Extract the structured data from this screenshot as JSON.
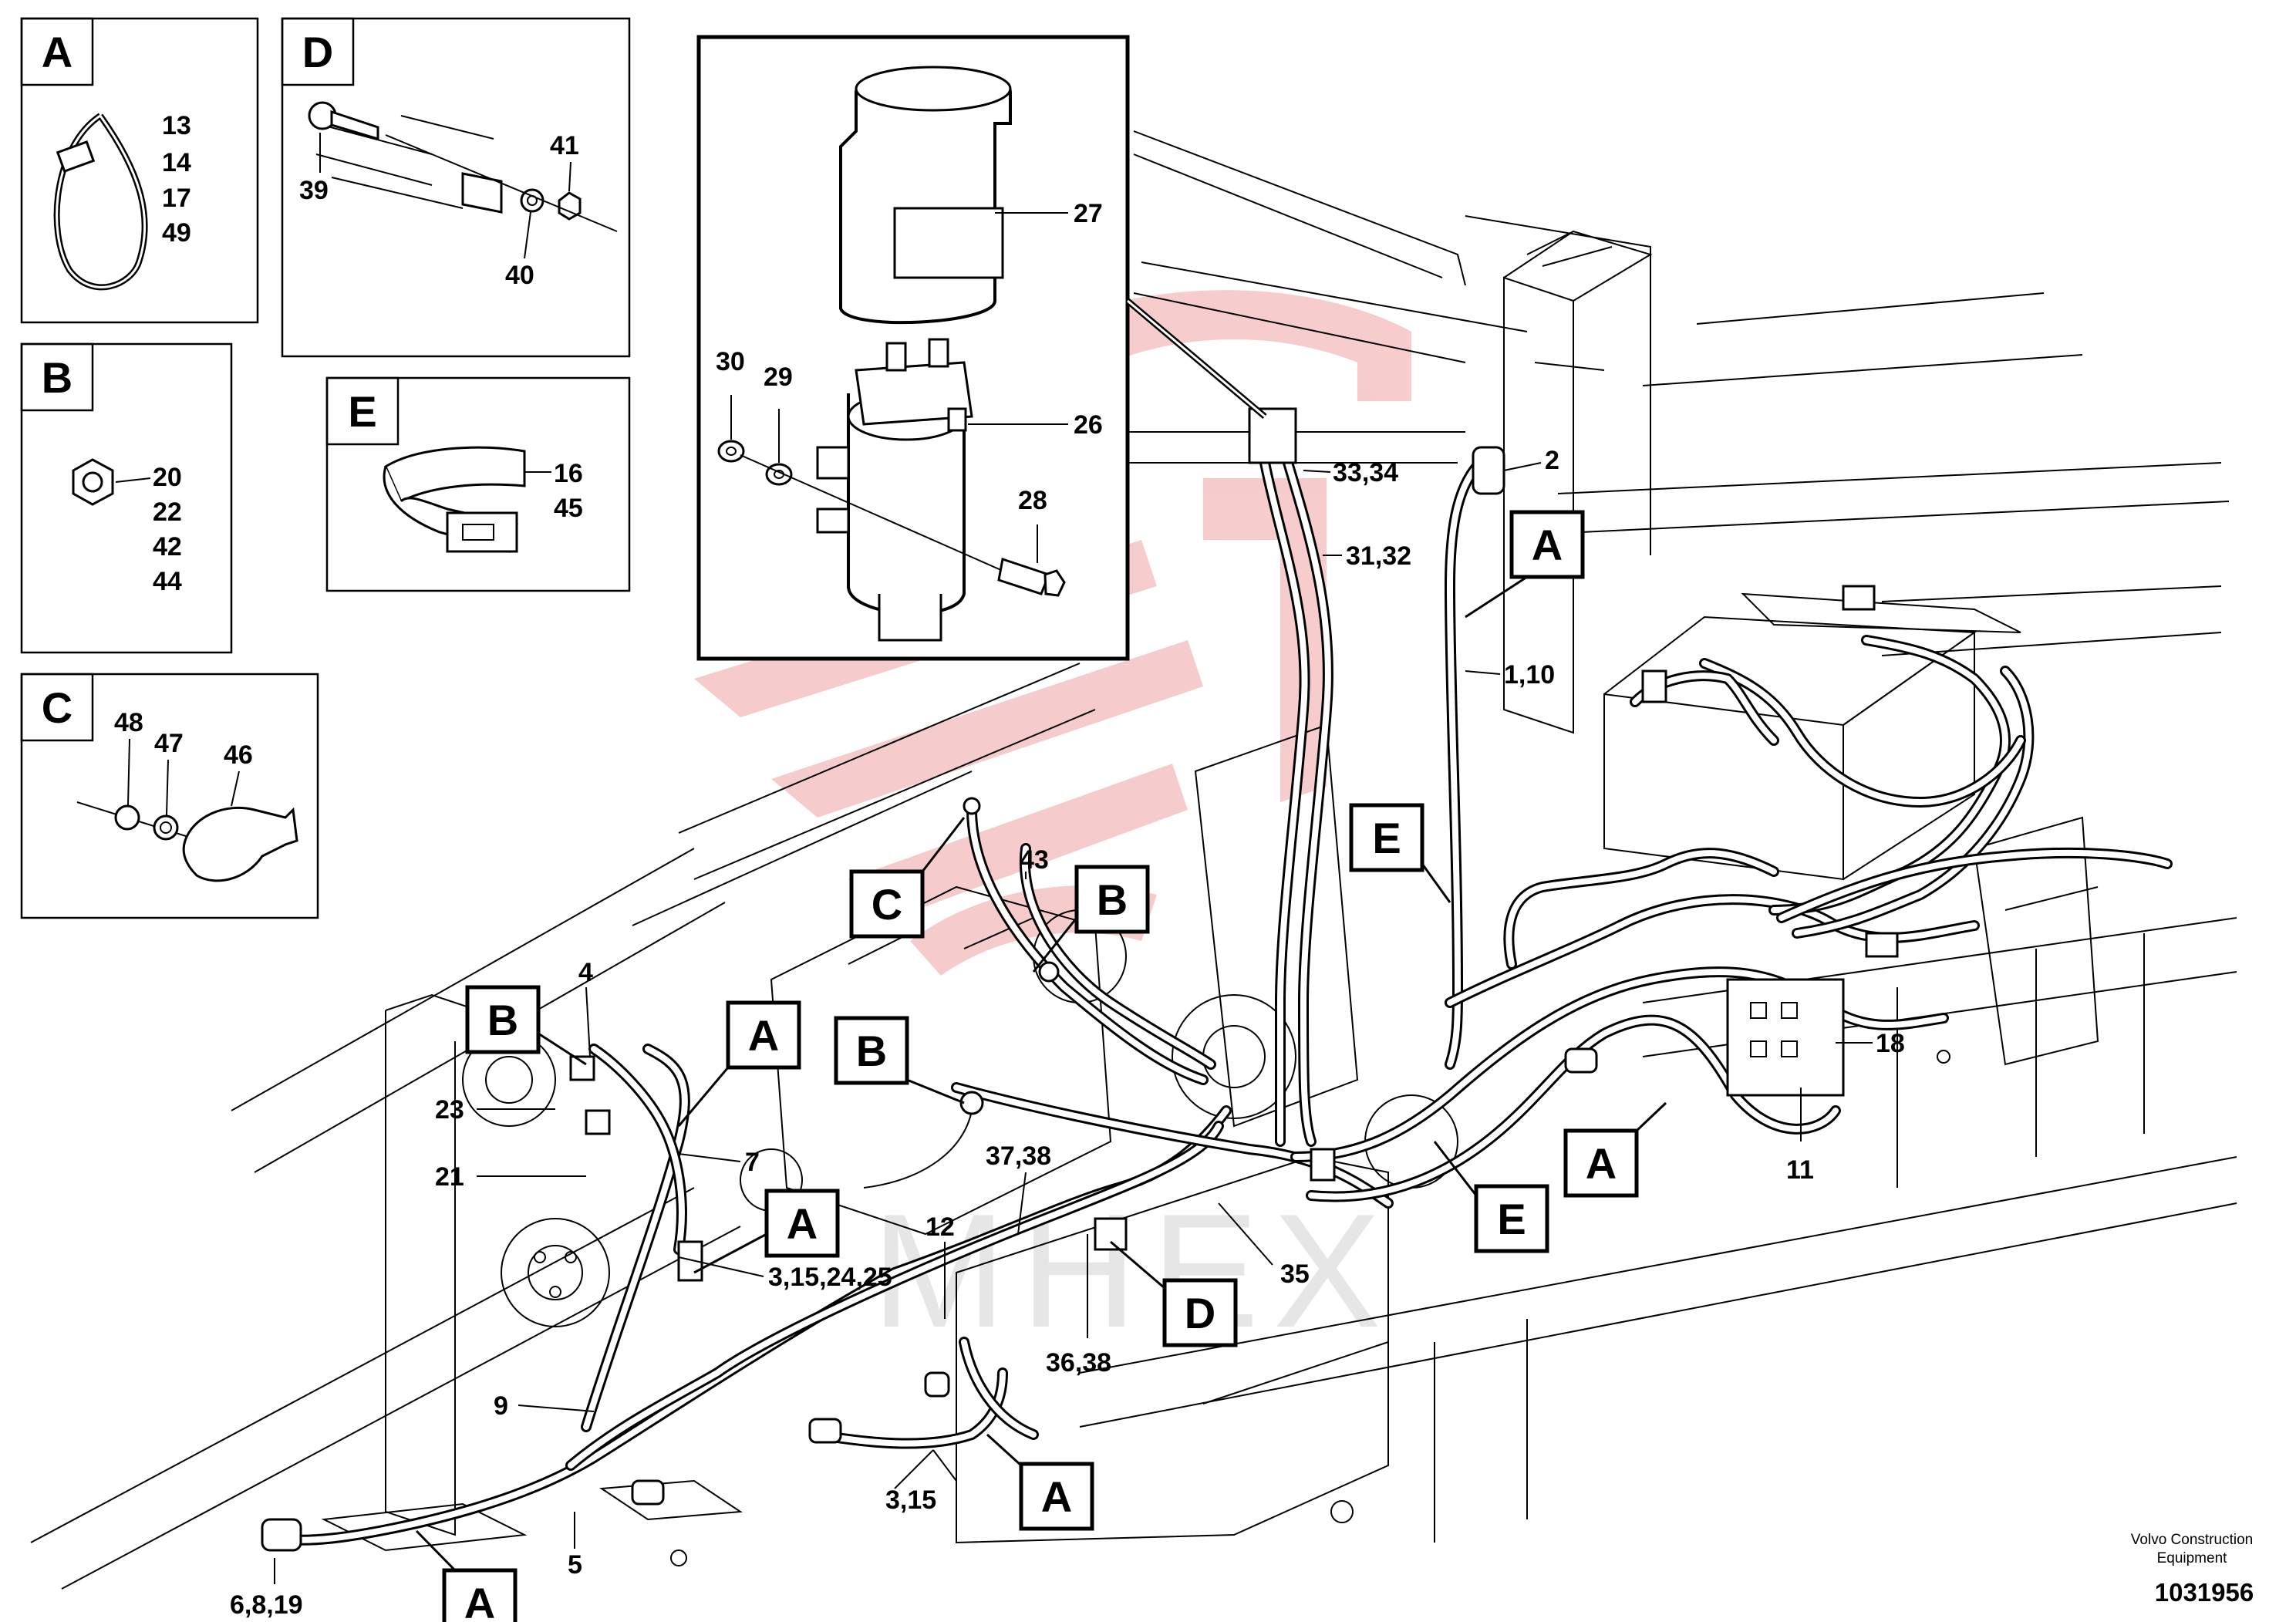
{
  "detail_boxes": [
    {
      "id": "A",
      "part_numbers": [
        "13",
        "14",
        "17",
        "49"
      ]
    },
    {
      "id": "B",
      "part_numbers": [
        "20",
        "22",
        "42",
        "44"
      ]
    },
    {
      "id": "C",
      "part_numbers": [
        "48",
        "47",
        "46"
      ]
    },
    {
      "id": "D",
      "part_numbers": [
        "39",
        "41",
        "40"
      ]
    },
    {
      "id": "E",
      "part_numbers": [
        "16",
        "45"
      ]
    }
  ],
  "inset_part_numbers": [
    "27",
    "30",
    "29",
    "26",
    "28"
  ],
  "callout_letters": [
    "A",
    "A",
    "A",
    "A",
    "A",
    "A",
    "B",
    "B",
    "B",
    "C",
    "D",
    "E",
    "E"
  ],
  "part_labels": [
    "2",
    "33,34",
    "31,32",
    "1,10",
    "43",
    "4",
    "18",
    "23",
    "21",
    "7",
    "37,38",
    "12",
    "3,15,24,25",
    "35",
    "11",
    "36,38",
    "9",
    "3,15",
    "5",
    "6,8,19"
  ],
  "footer": {
    "company_line1": "Volvo Construction",
    "company_line2": "Equipment",
    "drawing_number": "1031956"
  },
  "watermark_text": "MHEX",
  "colors": {
    "line": "#000000",
    "watermark": "#f6c6c6",
    "background": "#ffffff"
  }
}
